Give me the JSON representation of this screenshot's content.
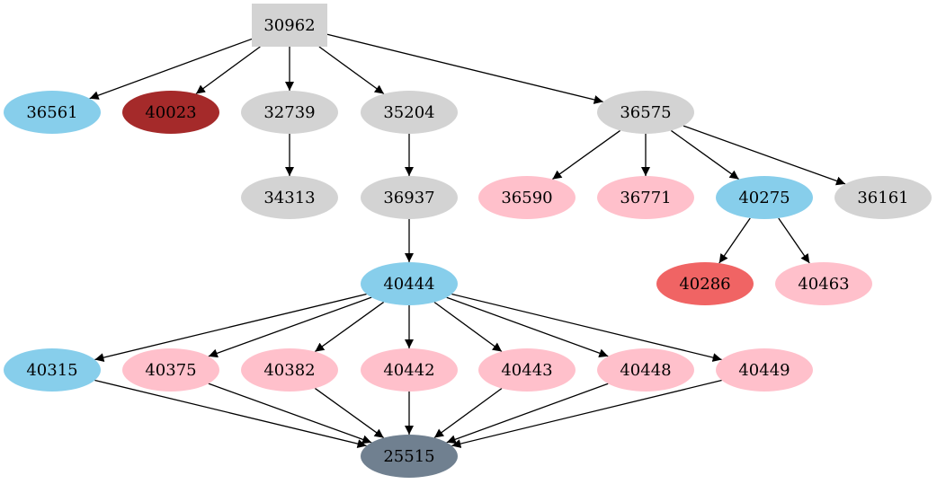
{
  "diagram": {
    "type": "directed-graph",
    "colors": {
      "gray": "#d3d3d3",
      "skyblue": "#87ceeb",
      "brown": "#a52a2a",
      "pink": "#ffc0cb",
      "lightcoral": "#f06464",
      "slategray": "#708090"
    },
    "nodes": [
      {
        "id": "30962",
        "label": "30962",
        "shape": "box",
        "color": "gray"
      },
      {
        "id": "36561",
        "label": "36561",
        "shape": "ellipse",
        "color": "skyblue"
      },
      {
        "id": "40023",
        "label": "40023",
        "shape": "ellipse",
        "color": "brown"
      },
      {
        "id": "32739",
        "label": "32739",
        "shape": "ellipse",
        "color": "gray"
      },
      {
        "id": "35204",
        "label": "35204",
        "shape": "ellipse",
        "color": "gray"
      },
      {
        "id": "36575",
        "label": "36575",
        "shape": "ellipse",
        "color": "gray"
      },
      {
        "id": "34313",
        "label": "34313",
        "shape": "ellipse",
        "color": "gray"
      },
      {
        "id": "36937",
        "label": "36937",
        "shape": "ellipse",
        "color": "gray"
      },
      {
        "id": "36590",
        "label": "36590",
        "shape": "ellipse",
        "color": "pink"
      },
      {
        "id": "36771",
        "label": "36771",
        "shape": "ellipse",
        "color": "pink"
      },
      {
        "id": "40275",
        "label": "40275",
        "shape": "ellipse",
        "color": "skyblue"
      },
      {
        "id": "36161",
        "label": "36161",
        "shape": "ellipse",
        "color": "gray"
      },
      {
        "id": "40444",
        "label": "40444",
        "shape": "ellipse",
        "color": "skyblue"
      },
      {
        "id": "40286",
        "label": "40286",
        "shape": "ellipse",
        "color": "lightcoral"
      },
      {
        "id": "40463",
        "label": "40463",
        "shape": "ellipse",
        "color": "pink"
      },
      {
        "id": "40315",
        "label": "40315",
        "shape": "ellipse",
        "color": "skyblue"
      },
      {
        "id": "40375",
        "label": "40375",
        "shape": "ellipse",
        "color": "pink"
      },
      {
        "id": "40382",
        "label": "40382",
        "shape": "ellipse",
        "color": "pink"
      },
      {
        "id": "40442",
        "label": "40442",
        "shape": "ellipse",
        "color": "pink"
      },
      {
        "id": "40443",
        "label": "40443",
        "shape": "ellipse",
        "color": "pink"
      },
      {
        "id": "40448",
        "label": "40448",
        "shape": "ellipse",
        "color": "pink"
      },
      {
        "id": "40449",
        "label": "40449",
        "shape": "ellipse",
        "color": "pink"
      },
      {
        "id": "25515",
        "label": "25515",
        "shape": "ellipse",
        "color": "slategray"
      }
    ],
    "edges": [
      [
        "30962",
        "36561"
      ],
      [
        "30962",
        "40023"
      ],
      [
        "30962",
        "32739"
      ],
      [
        "30962",
        "35204"
      ],
      [
        "30962",
        "36575"
      ],
      [
        "32739",
        "34313"
      ],
      [
        "35204",
        "36937"
      ],
      [
        "36937",
        "40444"
      ],
      [
        "36575",
        "36590"
      ],
      [
        "36575",
        "36771"
      ],
      [
        "36575",
        "40275"
      ],
      [
        "36575",
        "36161"
      ],
      [
        "40275",
        "40286"
      ],
      [
        "40275",
        "40463"
      ],
      [
        "40444",
        "40315"
      ],
      [
        "40444",
        "40375"
      ],
      [
        "40444",
        "40382"
      ],
      [
        "40444",
        "40442"
      ],
      [
        "40444",
        "40443"
      ],
      [
        "40444",
        "40448"
      ],
      [
        "40444",
        "40449"
      ],
      [
        "40315",
        "25515"
      ],
      [
        "40375",
        "25515"
      ],
      [
        "40382",
        "25515"
      ],
      [
        "40442",
        "25515"
      ],
      [
        "40443",
        "25515"
      ],
      [
        "40448",
        "25515"
      ],
      [
        "40449",
        "25515"
      ]
    ]
  }
}
